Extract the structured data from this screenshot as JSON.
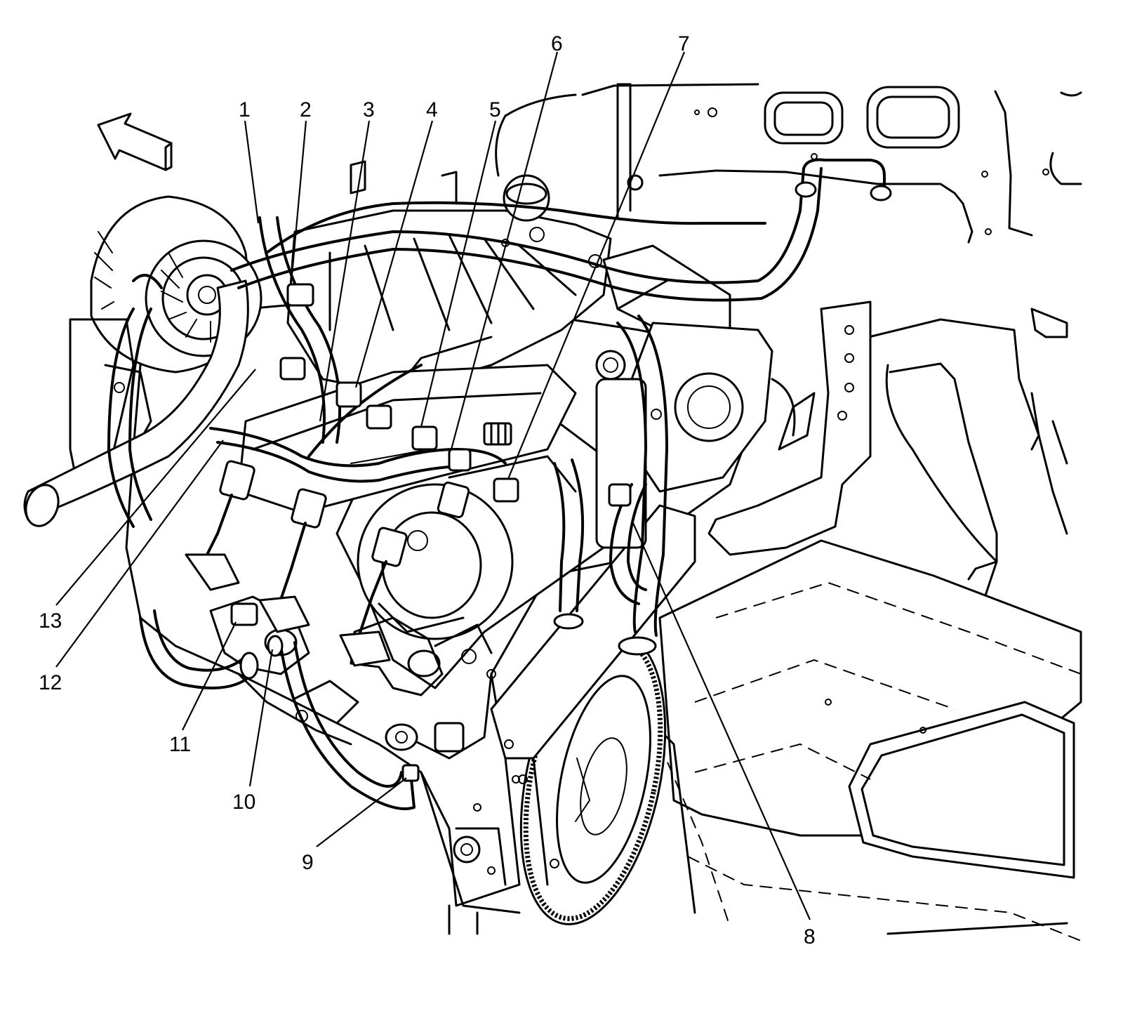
{
  "callouts": [
    {
      "id": "1",
      "label": "1"
    },
    {
      "id": "2",
      "label": "2"
    },
    {
      "id": "3",
      "label": "3"
    },
    {
      "id": "4",
      "label": "4"
    },
    {
      "id": "5",
      "label": "5"
    },
    {
      "id": "6",
      "label": "6"
    },
    {
      "id": "7",
      "label": "7"
    },
    {
      "id": "8",
      "label": "8"
    },
    {
      "id": "9",
      "label": "9"
    },
    {
      "id": "10",
      "label": "10"
    },
    {
      "id": "11",
      "label": "11"
    },
    {
      "id": "12",
      "label": "12"
    },
    {
      "id": "13",
      "label": "13"
    }
  ],
  "icons": {
    "direction_arrow": "forward-arrow-icon"
  },
  "colors": {
    "line": "#000000",
    "background": "#ffffff"
  }
}
